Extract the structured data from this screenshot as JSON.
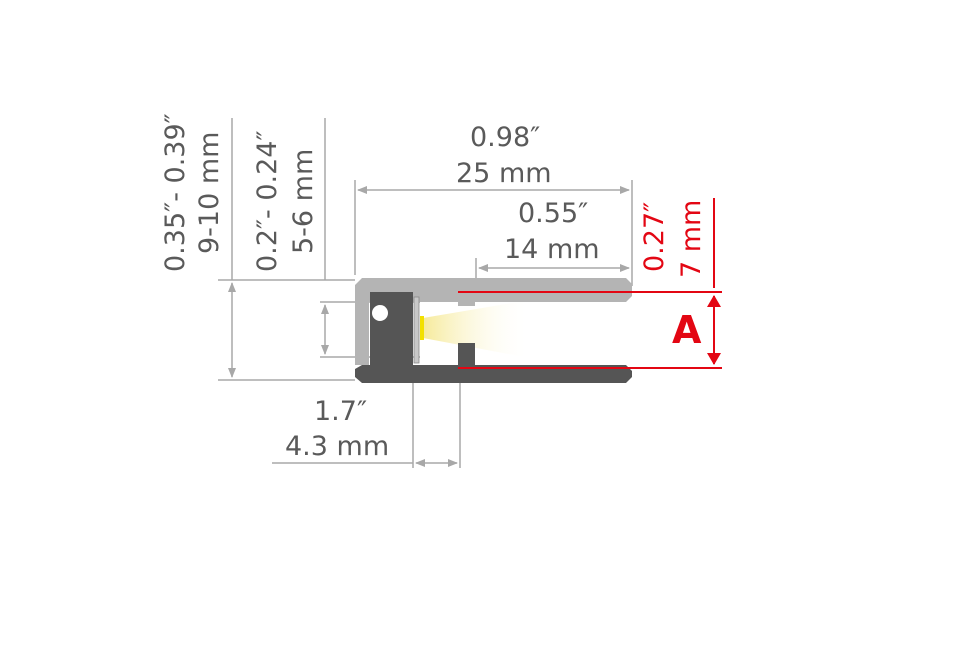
{
  "diagram": {
    "title": "LED profile cross-section with dimensions",
    "dimensions": {
      "overall_height": {
        "imperial": "0.35″- 0.39″",
        "metric": "9-10 mm"
      },
      "glass_thickness": {
        "imperial": "0.2″- 0.24″",
        "metric": "5-6 mm"
      },
      "overall_width": {
        "imperial": "0.98″",
        "metric": "25 mm"
      },
      "channel_depth": {
        "imperial": "0.55″",
        "metric": "14 mm"
      },
      "channel_opening": {
        "imperial": "0.27″",
        "metric": "7 mm"
      },
      "led_offset": {
        "imperial": "1.7″",
        "metric": "4.3 mm"
      }
    },
    "opening_marker": "A",
    "colors": {
      "dimension_line": "#a8a8a8",
      "dimension_text": "#5a5a5a",
      "profile_light": "#b4b4b4",
      "profile_dark": "#555555",
      "highlight_red": "#e30613",
      "led_yellow": "#f2e000",
      "light_beam": "#faf3c4"
    }
  }
}
